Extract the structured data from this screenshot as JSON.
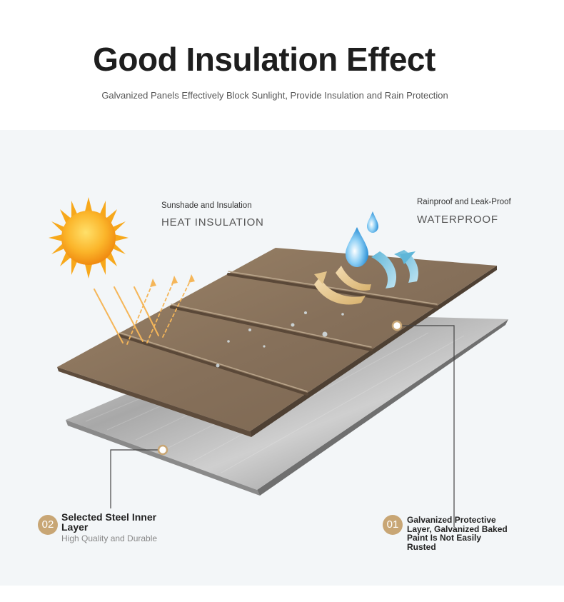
{
  "header": {
    "title": "Good Insulation Effect",
    "subtitle": "Galvanized Panels Effectively Block Sunlight, Provide Insulation and Rain Protection"
  },
  "heat": {
    "label": "Sunshade and Insulation",
    "heading": "HEAT INSULATION"
  },
  "water": {
    "label": "Rainproof and Leak-Proof",
    "heading": "WATERPROOF"
  },
  "layer_inner": {
    "number": "02",
    "title": "Selected Steel Inner Layer",
    "title_line1": "Selected Steel Inner",
    "title_line2": "Layer",
    "subtitle": "High Quality and Durable"
  },
  "layer_outer": {
    "number": "01",
    "title_line1": "Galvanized Protective",
    "title_line2": "Layer, Galvanized Baked",
    "title_line3": "Paint Is Not Easily",
    "title_line4": "Rusted"
  },
  "colors": {
    "accent": "#c8a675",
    "panel_bg": "#f3f6f8",
    "coating": "#8a7258",
    "steel": "#9a9a9a",
    "sun": "#f7a81b"
  }
}
